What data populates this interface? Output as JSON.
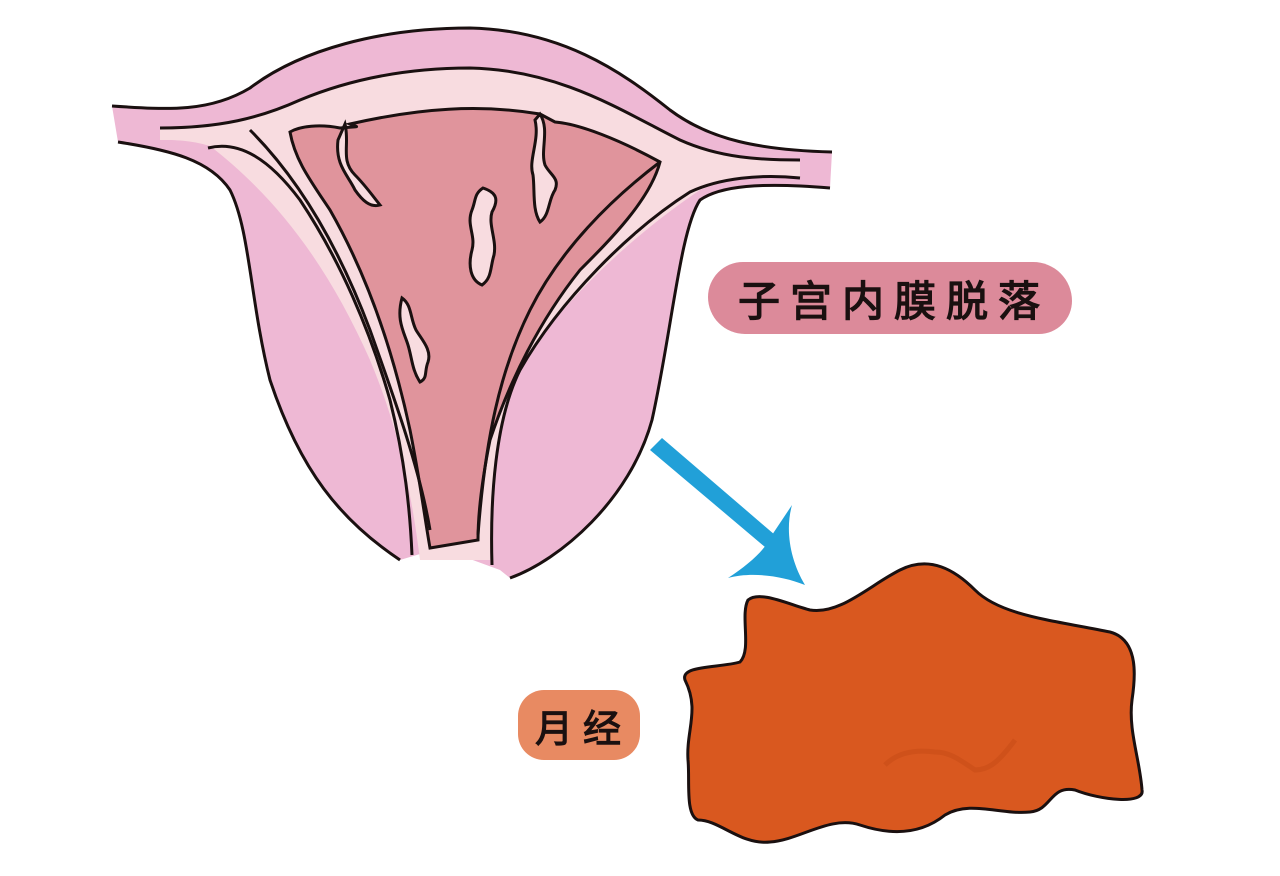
{
  "labels": {
    "endometrium_shedding": "子宫内膜脱落",
    "menstruation": "月经"
  },
  "colors": {
    "background": "#ffffff",
    "uterus_outer": "#eeb8d4",
    "uterus_wall_light": "#f8dce0",
    "endometrium_cavity": "#e0949c",
    "outline": "#1a1010",
    "arrow": "#21a0d8",
    "menstrual_blood": "#d9581f",
    "label_shed_bg": "#dc8a9a",
    "label_menses_bg": "#e88a62"
  },
  "elements": {
    "uterus": "uterus cross-section illustration",
    "arrow": "arrow pointing down-right",
    "blood": "menstrual blood blob"
  }
}
